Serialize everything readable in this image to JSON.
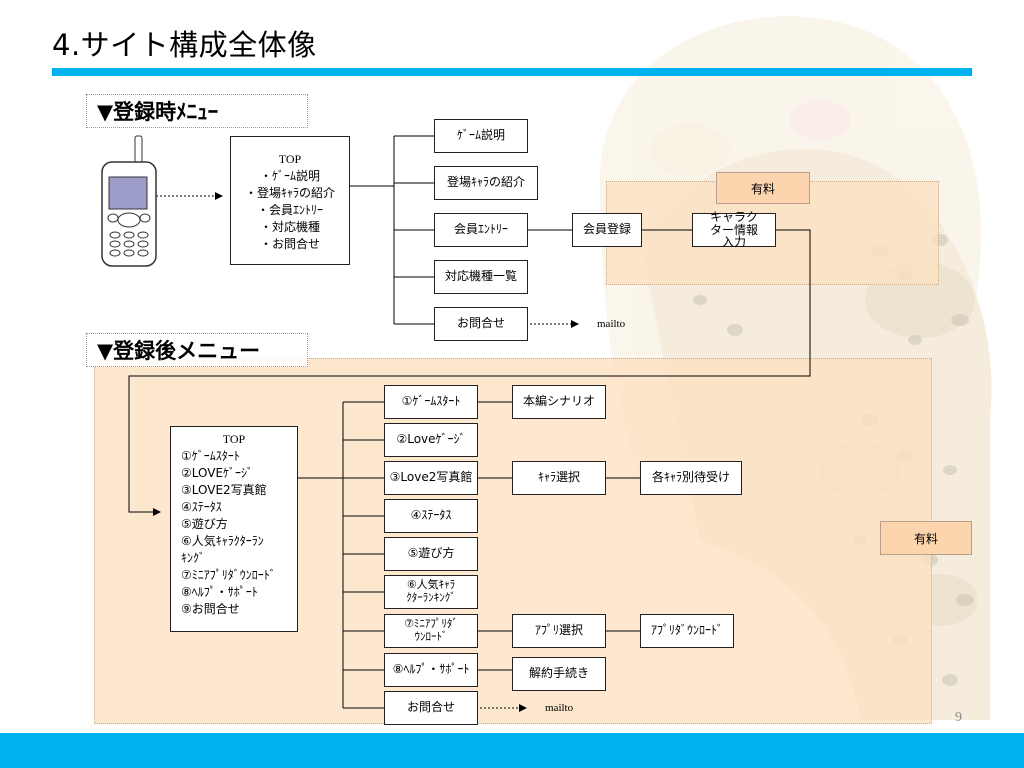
{
  "slide": {
    "title": "4.サイト構成全体像",
    "page_number": "9"
  },
  "colors": {
    "accent_bar": "#00b2ee",
    "paid_area": "#fde0c0",
    "paid_tag": "#fcd4ad"
  },
  "icons": [
    "phone-icon"
  ],
  "pre_registration": {
    "heading": "▼登録時ﾒﾆｭｰ",
    "top_menu": {
      "title": "TOP",
      "items": [
        "・ｹﾞｰﾑ説明",
        "・登場ｷｬﾗの紹介",
        "・会員ｴﾝﾄﾘｰ",
        "・対応機種",
        "・お問合せ"
      ]
    },
    "pages": [
      "ｹﾞｰﾑ説明",
      "登場ｷｬﾗの紹介",
      "会員ｴﾝﾄﾘｰ",
      "対応機種一覧",
      "お問合せ"
    ],
    "member_registration": "会員登録",
    "character_info": [
      "キャラク",
      "ター情報",
      "入力"
    ],
    "paid_label": "有料",
    "mailto": "mailto"
  },
  "post_registration": {
    "heading": "▼登録後メニュー",
    "top_menu": {
      "title": "TOP",
      "items": [
        "①ｹﾞｰﾑｽﾀｰﾄ",
        "②LOVEｹﾞｰｼﾞ",
        "③LOVE2写真館",
        "④ｽﾃｰﾀｽ",
        "⑤遊び方",
        "⑥人気ｷｬﾗｸﾀｰﾗﾝ",
        "ｷﾝｸﾞ",
        "⑦ﾐﾆｱﾌﾟﾘﾀﾞｳﾝﾛｰﾄﾞ",
        "⑧ﾍﾙﾌﾟ・ｻﾎﾟｰﾄ",
        "⑨お問合せ"
      ]
    },
    "pages": [
      {
        "label": [
          "①ｹﾞｰﾑｽﾀｰﾄ"
        ],
        "next": [
          "本編シナリオ"
        ]
      },
      {
        "label": [
          "②Loveｹﾞｰｼﾞ"
        ],
        "next": []
      },
      {
        "label": [
          "③Love2写真館"
        ],
        "next": [
          "ｷｬﾗ選択",
          "各ｷｬﾗ別待受け"
        ]
      },
      {
        "label": [
          "④ｽﾃｰﾀｽ"
        ],
        "next": []
      },
      {
        "label": [
          "⑤遊び方"
        ],
        "next": []
      },
      {
        "label": [
          "⑥人気ｷｬﾗ",
          "ｸﾀｰﾗﾝｷﾝｸﾞ"
        ],
        "next": []
      },
      {
        "label": [
          "⑦ﾐﾆｱﾌﾟﾘﾀﾞ",
          "ｳﾝﾛｰﾄﾞ"
        ],
        "next": [
          "ｱﾌﾟﾘ選択",
          "ｱﾌﾟﾘﾀﾞｳﾝﾛｰﾄﾞ"
        ]
      },
      {
        "label": [
          "⑧ﾍﾙﾌﾟ・ｻﾎﾟｰﾄ"
        ],
        "next": [
          "解約手続き"
        ]
      },
      {
        "label": [
          "お問合せ"
        ],
        "next": []
      }
    ],
    "paid_label": "有料",
    "mailto": "mailto"
  }
}
